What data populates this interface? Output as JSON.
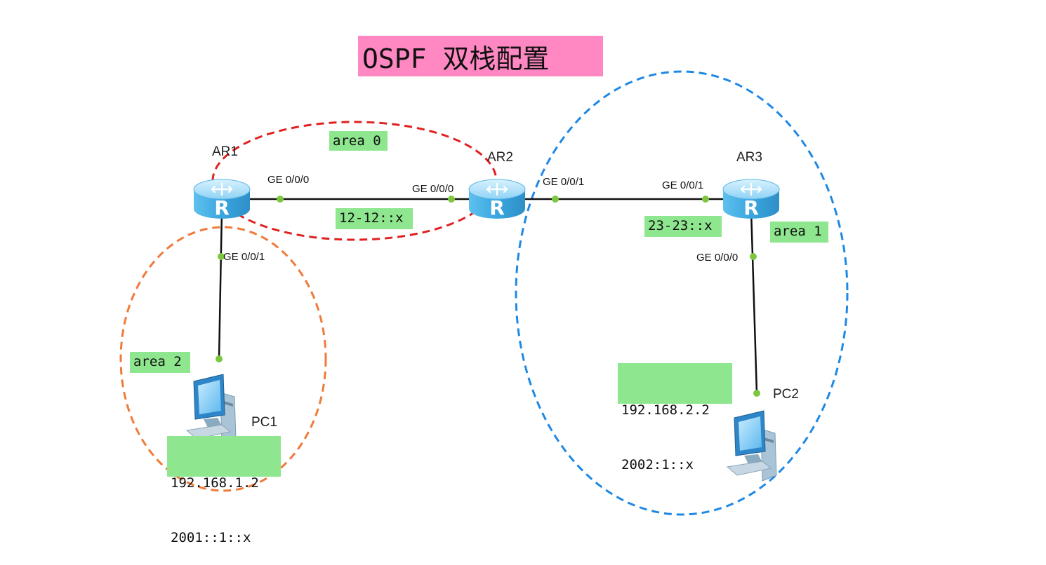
{
  "title": "OSPF 双栈配置",
  "devices": {
    "ar1": "AR1",
    "ar2": "AR2",
    "ar3": "AR3",
    "pc1": "PC1",
    "pc2": "PC2"
  },
  "interfaces": {
    "ar1_g000": "GE 0/0/0",
    "ar1_g001": "GE 0/0/1",
    "ar2_g000": "GE 0/0/0",
    "ar2_g001": "GE 0/0/1",
    "ar3_g001": "GE 0/0/1",
    "ar3_g000": "GE 0/0/0"
  },
  "areas": {
    "area0": "area 0",
    "area1": "area 1",
    "area2": "area 2"
  },
  "networks": {
    "link12": "12-12::x",
    "link23": "23-23::x"
  },
  "hosts": {
    "pc1_ipv4": "192.168.1.2",
    "pc1_ipv6": "2001::1::x",
    "pc2_ipv4": "192.168.2.2",
    "pc2_ipv6": "2002:1::x"
  },
  "colors": {
    "title_bg": "#ff88c2",
    "label_bg": "#8ee68e",
    "area0": "#e02020",
    "area1": "#1e88e5",
    "area2": "#f07a3a",
    "port_dot": "#7cc73e",
    "router": "#4fb3e8"
  },
  "icons": [
    "router-icon",
    "pc-icon"
  ]
}
